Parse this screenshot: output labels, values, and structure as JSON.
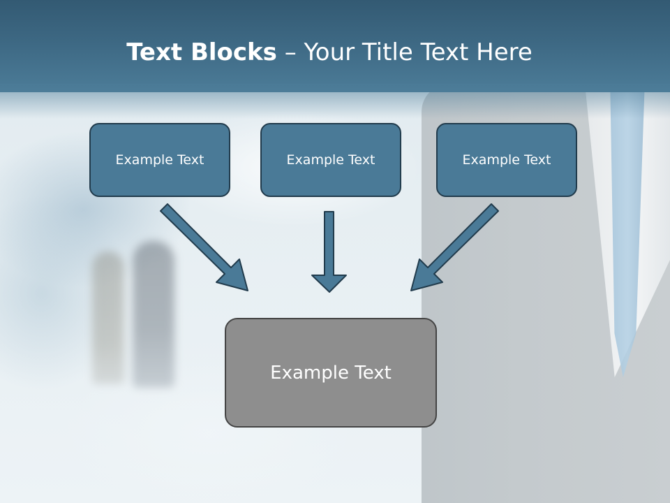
{
  "slide": {
    "title_bold": "Text Blocks",
    "title_dash": " – ",
    "title_rest": "Your Title Text Here"
  },
  "boxes": {
    "top_left": "Example Text",
    "top_center": "Example Text",
    "top_right": "Example Text",
    "bottom": "Example Text"
  },
  "colors": {
    "header": "#3d6883",
    "box_fill": "#4a7a97",
    "box_border": "#213b4c",
    "bottom_fill": "#8e8e8e",
    "arrow_fill": "#4a7a97"
  }
}
